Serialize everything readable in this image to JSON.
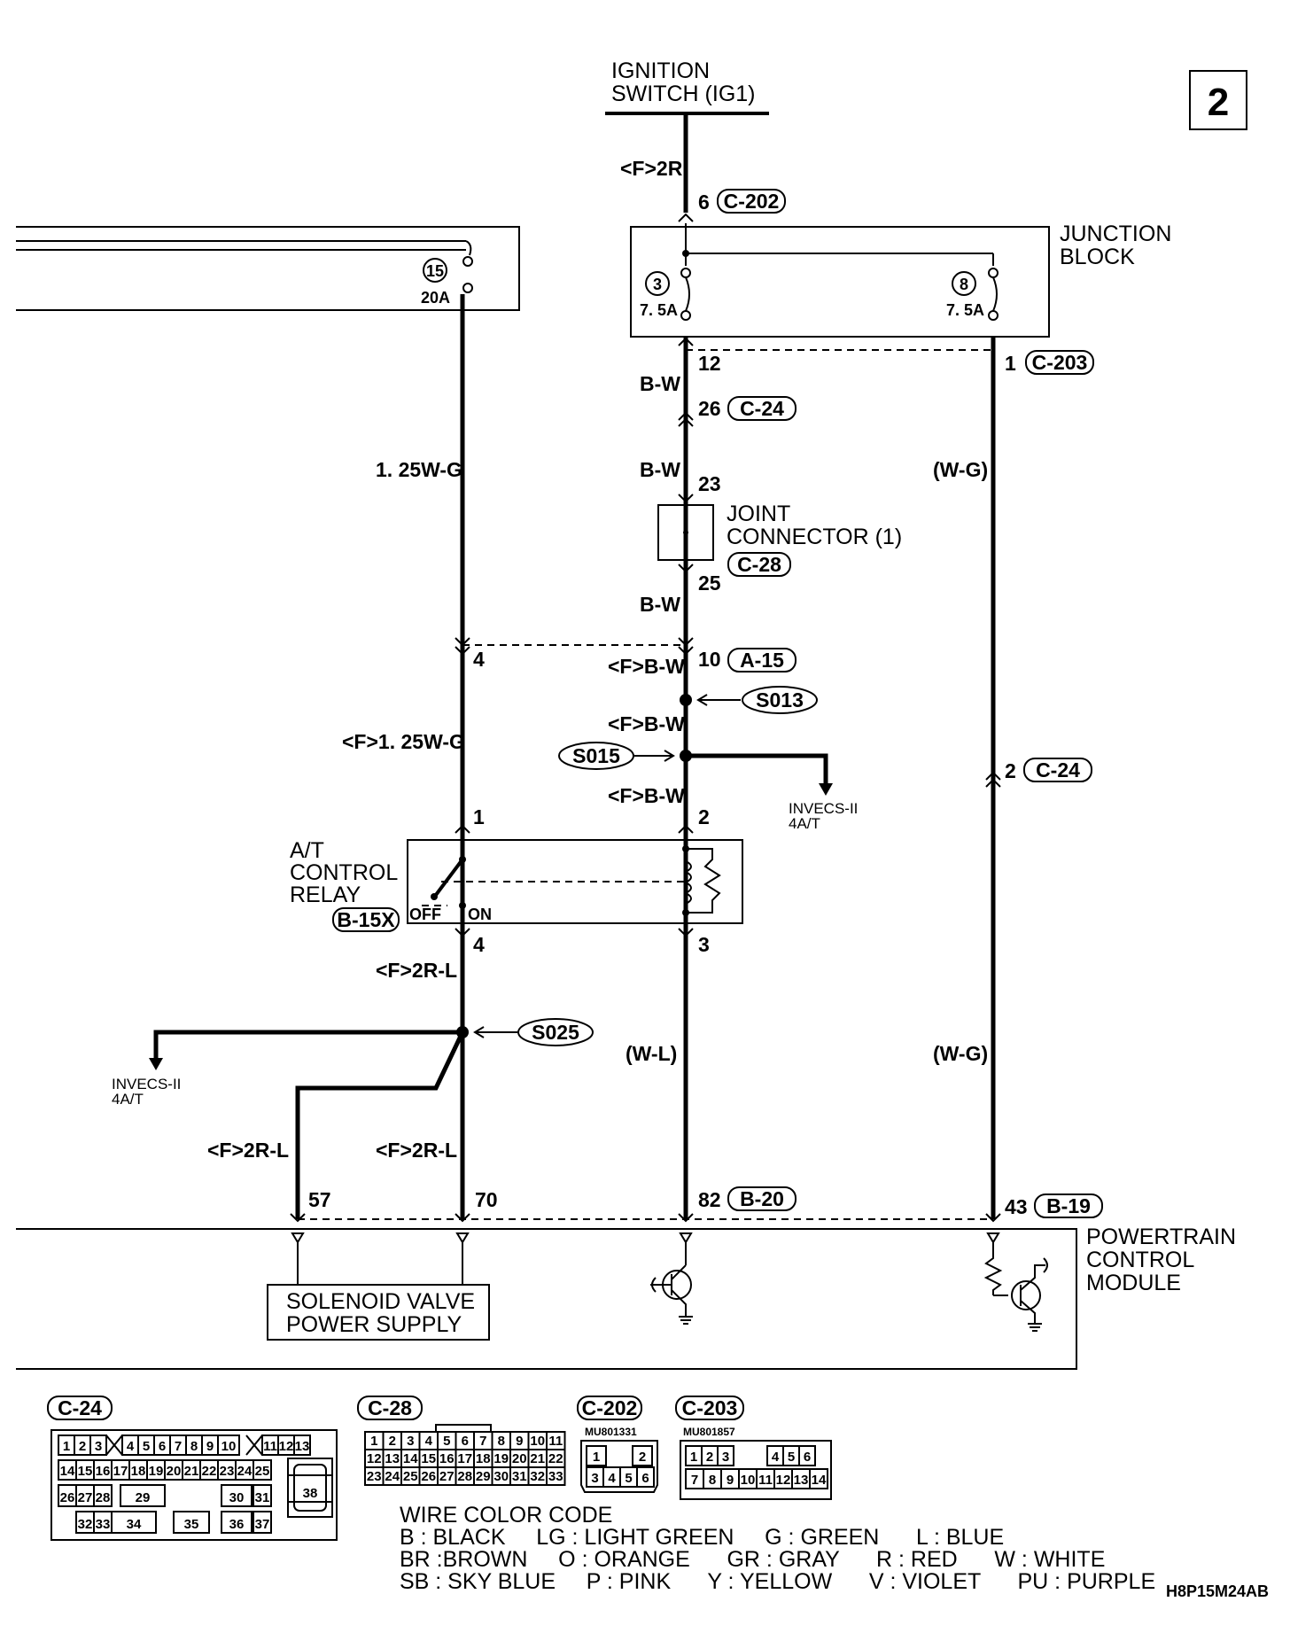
{
  "page_number": "2",
  "figure_id": "H8P15M24AB",
  "ignition": {
    "line1": "IGNITION",
    "line2": "SWITCH (IG1)",
    "wire": "<F>2R",
    "pin": "6",
    "connector": "C-202"
  },
  "junction_block": {
    "line1": "JUNCTION",
    "line2": "BLOCK",
    "fuse15_num": "15",
    "fuse15_amp": "20A",
    "fuse3_num": "3",
    "fuse3_amp": "7. 5A",
    "fuse8_num": "8",
    "fuse8_amp": "7. 5A",
    "pin12": "12",
    "pin1": "1",
    "connector_c203": "C-203"
  },
  "wires": {
    "bw1": "B-W",
    "pin26": "26",
    "conn_c24_a": "C-24",
    "w125wg": "1. 25W-G",
    "bw2": "B-W",
    "pin23": "23",
    "wg1": "(W-G)",
    "pin25": "25",
    "bw3": "B-W",
    "pin4_top": "4",
    "fbw1": "<F>B-W",
    "pin10": "10",
    "conn_a15": "A-15",
    "s013": "S013",
    "fbw2": "<F>B-W",
    "s015": "S015",
    "f125wg": "<F>1. 25W-G",
    "fbw3": "<F>B-W",
    "invecs_a_1": "INVECS-II",
    "invecs_a_2": "4A/T",
    "pin2_c24": "2",
    "conn_c24_b": "C-24",
    "pin1_relay": "1",
    "pin2_relay": "2"
  },
  "relay": {
    "line1": "A/T",
    "line2": "CONTROL",
    "line3": "RELAY",
    "connector": "B-15X",
    "off": "OFF",
    "on": "ON",
    "pin4": "4",
    "pin3": "3"
  },
  "lower": {
    "f2rl_a": "<F>2R-L",
    "s025": "S025",
    "wl": "(W-L)",
    "wg2": "(W-G)",
    "invecs_b_1": "INVECS-II",
    "invecs_b_2": "4A/T",
    "f2rl_b": "<F>2R-L",
    "f2rl_c": "<F>2R-L",
    "pin57": "57",
    "pin70": "70",
    "pin82": "82",
    "conn_b20": "B-20",
    "pin43": "43",
    "conn_b19": "B-19"
  },
  "pcm": {
    "line1": "POWERTRAIN",
    "line2": "CONTROL",
    "line3": "MODULE",
    "solenoid1": "SOLENOID VALVE",
    "solenoid2": "POWER SUPPLY"
  },
  "connectors": {
    "c24": "C-24",
    "c28": "C-28",
    "c202": "C-202",
    "c203": "C-203",
    "c202_part": "MU801331",
    "c203_part": "MU801857",
    "c24_row1": [
      "1",
      "2",
      "3",
      "4",
      "5",
      "6",
      "7",
      "8",
      "9",
      "10",
      "11",
      "12",
      "13"
    ],
    "c24_row2": [
      "14",
      "15",
      "16",
      "17",
      "18",
      "19",
      "20",
      "21",
      "22",
      "23",
      "24",
      "25"
    ],
    "c24_row3": [
      "26",
      "27",
      "28",
      "29",
      "30",
      "31"
    ],
    "c24_row4": [
      "32",
      "33",
      "34",
      "35",
      "36",
      "37"
    ],
    "c24_big": "38",
    "c28_row1": [
      "1",
      "2",
      "3",
      "4",
      "5",
      "6",
      "7",
      "8",
      "9",
      "10",
      "11"
    ],
    "c28_row2": [
      "12",
      "13",
      "14",
      "15",
      "16",
      "17",
      "18",
      "19",
      "20",
      "21",
      "22"
    ],
    "c28_row3": [
      "23",
      "24",
      "25",
      "26",
      "27",
      "28",
      "29",
      "30",
      "31",
      "32",
      "33"
    ],
    "c202_row1": [
      "1",
      "2"
    ],
    "c202_row2": [
      "3",
      "4",
      "5",
      "6"
    ],
    "c203_row1": [
      "1",
      "2",
      "3",
      "4",
      "5",
      "6"
    ],
    "c203_row2": [
      "7",
      "8",
      "9",
      "10",
      "11",
      "12",
      "13",
      "14"
    ]
  },
  "legend": {
    "title": "WIRE COLOR CODE",
    "line1": "B : BLACK     LG : LIGHT GREEN     G : GREEN      L : BLUE",
    "line2": "BR :BROWN     O : ORANGE      GR : GRAY      R : RED      W : WHITE",
    "line3": "SB : SKY BLUE     P : PINK      Y : YELLOW      V : VIOLET      PU : PURPLE"
  }
}
